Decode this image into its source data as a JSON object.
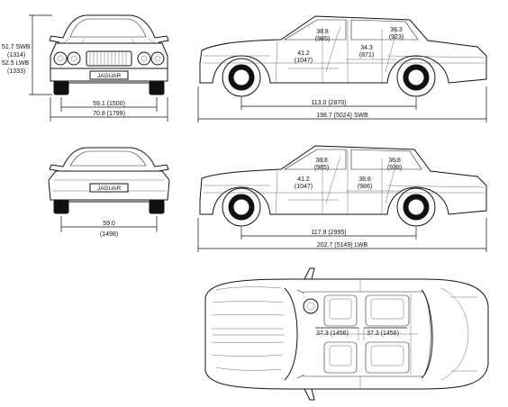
{
  "front_view": {
    "height_swb": "51.7 SWB",
    "height_swb_mm": "(1314)",
    "height_lwb": "52.5 LWB",
    "height_lwb_mm": "(1333)",
    "track": "59.1 (1500)",
    "width": "70.8 (1799)",
    "badge": "JAGUAR"
  },
  "side_view_swb": {
    "front_headroom": "38.8",
    "front_headroom_mm": "(985)",
    "rear_headroom": "36.3",
    "rear_headroom_mm": "(923)",
    "front_legroom": "41.2",
    "front_legroom_mm": "(1047)",
    "rear_legroom": "34.3",
    "rear_legroom_mm": "(871)",
    "wheelbase": "113.0 (2870)",
    "length": "198.7 (5024) SWB"
  },
  "rear_view": {
    "track": "59.0",
    "track_mm": "(1498)",
    "badge": "JAGUAR"
  },
  "side_view_lwb": {
    "front_headroom": "38.8",
    "front_headroom_mm": "(985)",
    "rear_headroom": "36.8",
    "rear_headroom_mm": "(938)",
    "front_legroom": "41.2",
    "front_legroom_mm": "(1047)",
    "rear_legroom": "38.8",
    "rear_legroom_mm": "(986)",
    "wheelbase": "117.9 (2995)",
    "length": "202.7 (5149) LWB"
  },
  "top_view": {
    "front_shoulder": "37.3 (1456)",
    "rear_shoulder": "37.3 (1456)"
  }
}
